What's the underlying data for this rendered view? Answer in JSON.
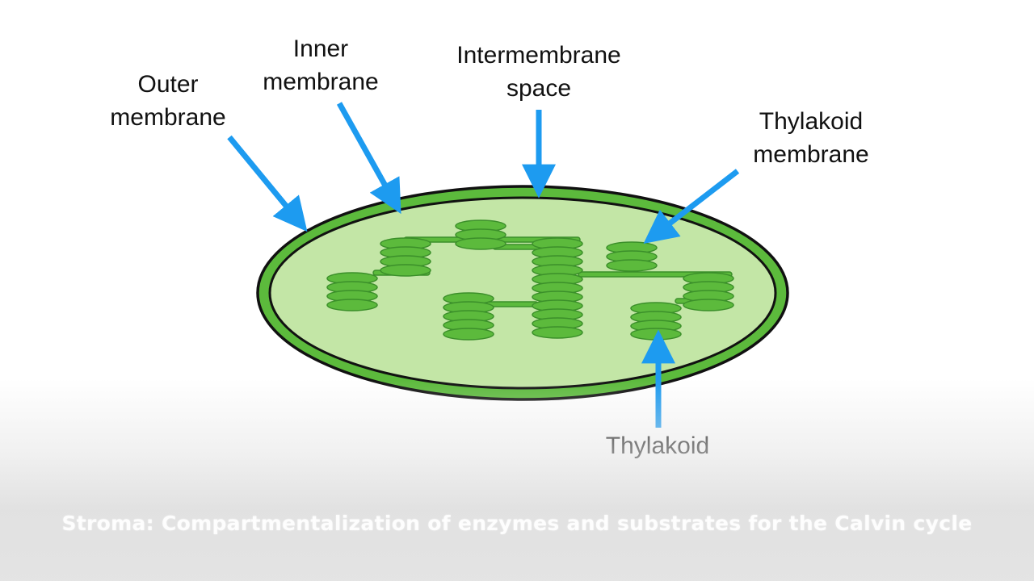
{
  "labels": {
    "outer_membrane": [
      "Outer",
      "membrane"
    ],
    "inner_membrane": [
      "Inner",
      "membrane"
    ],
    "intermembrane_space": [
      "Intermembrane",
      "space"
    ],
    "thylakoid_membrane": [
      "Thylakoid",
      "membrane"
    ],
    "thylakoid": "Thylakoid",
    "stroma": "Stroma"
  },
  "caption": "Stroma: Compartmentalization of enzymes and substrates for the Calvin cycle",
  "colors": {
    "outer_membrane_fill": "#5cba3c",
    "stroma_fill": "#c3e6a6",
    "thylakoid_fill": "#5cba3c",
    "thylakoid_edge": "#3b8f2a",
    "arrow": "#1d9bf0",
    "outline": "#111111"
  }
}
